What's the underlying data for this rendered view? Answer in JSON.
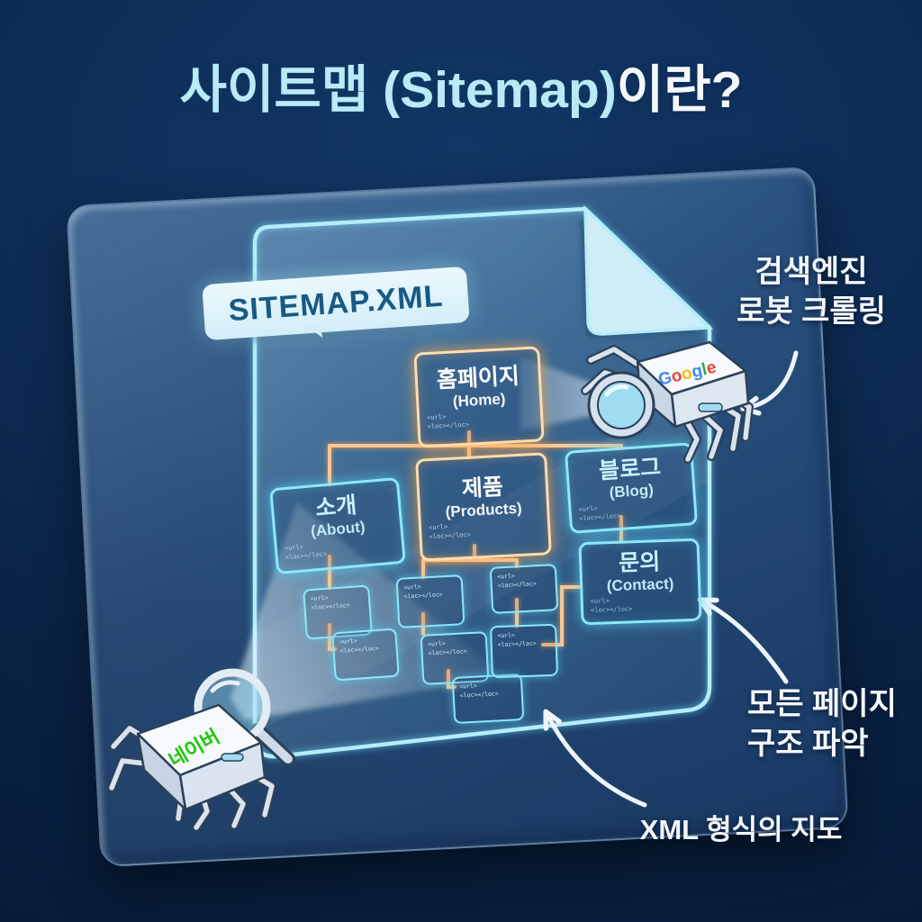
{
  "title": {
    "highlight": "사이트맵 (Sitemap)",
    "rest": "이란?"
  },
  "doc": {
    "tab_label": "SITEMAP.XML"
  },
  "nodes": {
    "home": {
      "ko": "홈페이지",
      "en": "(Home)",
      "code1": "<url>",
      "code2": "<loc></loc>"
    },
    "about": {
      "ko": "소개",
      "en": "(About)",
      "code1": "<url>",
      "code2": "<loc></loc>"
    },
    "products": {
      "ko": "제품",
      "en": "(Products)",
      "code1": "<url>",
      "code2": "<loc></loc>"
    },
    "blog": {
      "ko": "블로그",
      "en": "(Blog)",
      "code1": "<url>",
      "code2": "<loc></loc>"
    },
    "contact": {
      "ko": "문의",
      "en": "(Contact)",
      "code1": "<url>",
      "code2": "<loc></loc>"
    }
  },
  "small_boxes": [
    {
      "l1": "<url>",
      "l2": "<loc></loc>"
    },
    {
      "l1": "<url>",
      "l2": "<loc></loc>"
    },
    {
      "l1": "<url>",
      "l2": "<loc></loc>"
    },
    {
      "l1": "<url>",
      "l2": "<loc></loc>"
    },
    {
      "l1": "<url>",
      "l2": "<loc></loc>"
    },
    {
      "l1": "<url>",
      "l2": "<loc></loc>"
    },
    {
      "l1": "<url>",
      "l2": "<loc></loc>"
    }
  ],
  "annotations": {
    "crawler_line1": "검색엔진",
    "crawler_line2": "로봇 크롤링",
    "structure_line1": "모든 페이지",
    "structure_line2": "구조 파악",
    "xml_map": "XML 형식의 지도"
  },
  "robots": {
    "google": {
      "letters": [
        {
          "ch": "G",
          "color": "#4285F4"
        },
        {
          "ch": "o",
          "color": "#EA4335"
        },
        {
          "ch": "o",
          "color": "#FBBC05"
        },
        {
          "ch": "g",
          "color": "#4285F4"
        },
        {
          "ch": "l",
          "color": "#34A853"
        },
        {
          "ch": "e",
          "color": "#EA4335"
        }
      ]
    },
    "naver": {
      "name": "네이버",
      "color": "#1ec800"
    }
  },
  "colors": {
    "accent_orange": "#ffc893",
    "accent_cyan": "#8ee7fa",
    "doc_outline": "#b5ecf9",
    "bg_top": "#123764",
    "bg_bottom": "#061a35",
    "title_accent": "#b9eaf6"
  }
}
